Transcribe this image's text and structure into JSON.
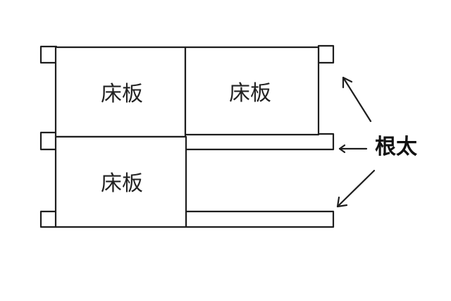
{
  "diagram": {
    "boards": [
      {
        "label": "床板"
      },
      {
        "label": "床板"
      },
      {
        "label": "床板"
      }
    ],
    "joist_label": "根太"
  }
}
